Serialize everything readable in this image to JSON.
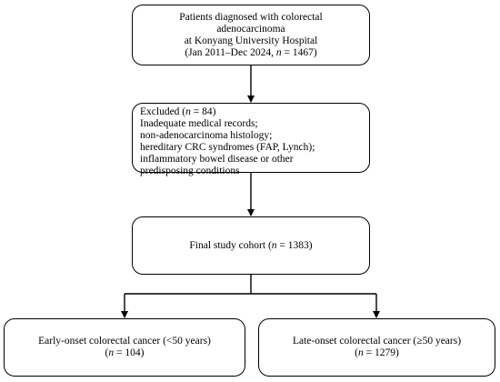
{
  "boxes": {
    "source": {
      "lines": [
        "Patients diagnosed with colorectal",
        "adenocarcinoma",
        "at Konyang University Hospital"
      ],
      "period_prefix": "(Jan 2011–Dec 2024, ",
      "n_symbol": "n",
      "period_suffix": " =  1467)"
    },
    "excluded": {
      "title_prefix": "Excluded (",
      "n_symbol": "n",
      "title_suffix": " = 84)",
      "reasons": [
        "Inadequate medical records;",
        "non-adenocarcinoma histology;",
        "hereditary CRC syndromes (FAP, Lynch);",
        "inflammatory bowel disease or other",
        "predisposing conditions"
      ]
    },
    "cohort": {
      "prefix": "Final study cohort (",
      "n_symbol": "n",
      "suffix": " = 1383)"
    },
    "early_onset": {
      "label": "Early-onset colorectal cancer (<50 years)",
      "prefix": "(",
      "n_symbol": "n",
      "suffix": " = 104)"
    },
    "late_onset": {
      "label": "Late-onset colorectal cancer (≥50 years)",
      "prefix": "(",
      "n_symbol": "n",
      "suffix": " = 1279)"
    }
  },
  "colors": {
    "stroke": "#000000",
    "background": "#ffffff"
  }
}
